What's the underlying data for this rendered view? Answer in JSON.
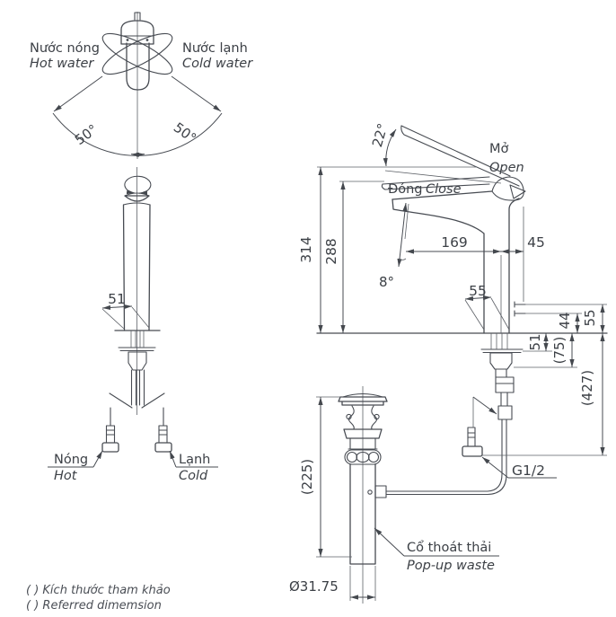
{
  "colors": {
    "line": "#474b52",
    "text": "#3c4046",
    "background": "#ffffff"
  },
  "top_view": {
    "label_hot": "Nước nóng",
    "label_hot_en": "Hot water",
    "label_cold": "Nước lạnh",
    "label_cold_en": "Cold water",
    "angle_left": "50°",
    "angle_right": "50°"
  },
  "front_view": {
    "dim_base": "51",
    "label_hot": "Nóng",
    "label_hot_en": "Hot",
    "label_cold": "Lạnh",
    "label_cold_en": "Cold"
  },
  "side_view": {
    "label_open": "Mở",
    "label_open_en": "Open",
    "label_close": "Đóng",
    "label_close_en": "Close",
    "angle_handle": "22°",
    "angle_spout": "8°",
    "dim_height_open": "314",
    "dim_height_spout": "288",
    "dim_reach": "169",
    "dim_handle": "45",
    "dim_base": "55",
    "dim_deck": "51",
    "dim_outlet_a": "44",
    "dim_outlet_b": "55",
    "dim_shank": "(75)",
    "dim_hose": "(427)",
    "thread": "G1/2"
  },
  "popup_waste": {
    "dim_height": "(225)",
    "dim_diameter": "Ø31.75",
    "label": "Cổ thoát thải",
    "label_en": "Pop-up waste"
  },
  "footnote": {
    "line1": "( ) Kích thước tham khảo",
    "line2": "( ) Referred dimemsion"
  }
}
